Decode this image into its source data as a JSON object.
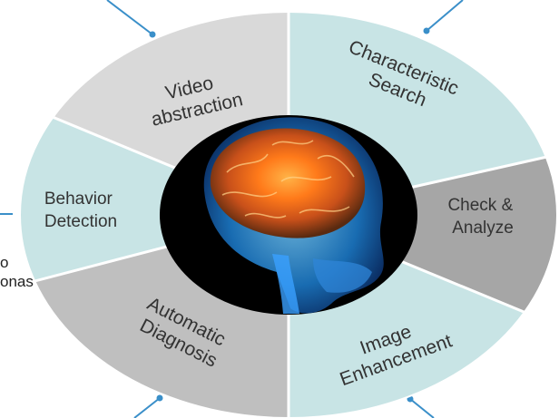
{
  "segments": [
    {
      "id": "video",
      "lines": [
        "Video",
        "abstraction"
      ],
      "fill": "#d9d9d9"
    },
    {
      "id": "char-search",
      "lines": [
        "Characteristic",
        "Search"
      ],
      "fill": "#c8e4e5"
    },
    {
      "id": "check",
      "lines": [
        "Check &",
        "Analyze"
      ],
      "fill": "#a6a6a6"
    },
    {
      "id": "image",
      "lines": [
        "Image",
        "Enhancement"
      ],
      "fill": "#c8e4e5"
    },
    {
      "id": "auto",
      "lines": [
        "Automatic",
        "Diagnosis"
      ],
      "fill": "#bfbfbf"
    },
    {
      "id": "behavior",
      "lines": [
        "Behavior",
        "Detection"
      ],
      "fill": "#c8e4e5"
    }
  ],
  "clipped_text": [
    "o",
    "onas"
  ],
  "colors": {
    "connector": "#3a8fc9",
    "center": "#000000",
    "ring_outline": "#ffffff",
    "text": "#333333"
  },
  "center_image": "brain-scan-image"
}
